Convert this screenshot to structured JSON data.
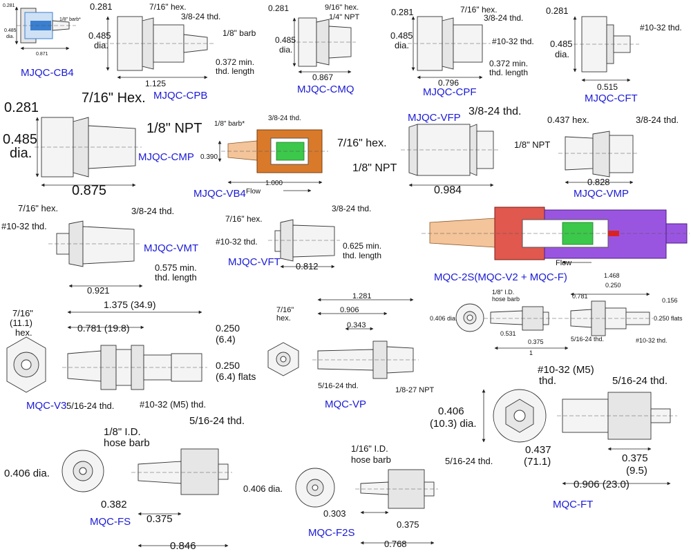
{
  "colors": {
    "part_label": "#1a1ad6",
    "body_orange": "#d97a2b",
    "body_purple": "#9a55e0",
    "body_red": "#e0584e",
    "valve_green": "#3cc84a",
    "barb_tan": "#f4c49a",
    "pin_red": "#e02020",
    "cb4_blue": "#3a7fd0"
  },
  "parts": {
    "cb4": {
      "label": "MJQC-CB4",
      "dims": [
        "0.281",
        "0.485",
        "dia.",
        "1/8\" barb*",
        "0.871"
      ]
    },
    "cpb": {
      "label": "MJQC-CPB",
      "dims": [
        "0.281",
        "7/16\" hex.",
        "3/8-24 thd.",
        "1/8\" barb",
        "0.485",
        "dia.",
        "0.372 min.",
        "thd. length",
        "1.125"
      ]
    },
    "cmq": {
      "label": "MJQC-CMQ",
      "dims": [
        "0.281",
        "9/16\" hex.",
        "1/4\" NPT",
        "0.485",
        "dia.",
        "0.867"
      ]
    },
    "cpf": {
      "label": "MJQC-CPF",
      "dims": [
        "0.281",
        "7/16\" hex.",
        "3/8-24 thd.",
        "0.485",
        "dia.",
        "#10-32 thd.",
        "0.372 min.",
        "thd. length",
        "0.796"
      ]
    },
    "cft": {
      "label": "MJQC-CFT",
      "dims": [
        "0.281",
        "#10-32 thd.",
        "0.485",
        "dia.",
        "0.515"
      ]
    },
    "cmp": {
      "label": "MJQC-CMP",
      "dims": [
        "0.281",
        "7/16\" Hex.",
        "1/8\" NPT",
        "0.485",
        "dia.",
        "0.875"
      ]
    },
    "vb4": {
      "label": "MJQC-VB4",
      "dims": [
        "1/8\" barb*",
        "3/8-24 thd.",
        "0.390",
        "1.000",
        "Flow"
      ]
    },
    "vfp": {
      "label": "MJQC-VFP",
      "dims": [
        "3/8-24 thd.",
        "7/16\" hex.",
        "1/8\" NPT",
        "0.984"
      ]
    },
    "vmp": {
      "label": "MJQC-VMP",
      "dims": [
        "0.437 hex.",
        "3/8-24 thd.",
        "1/8\" NPT",
        "0.828"
      ]
    },
    "vmt": {
      "label": "MJQC-VMT",
      "dims": [
        "7/16\" hex.",
        "3/8-24 thd.",
        "#10-32 thd.",
        "0.575 min.",
        "thd. length",
        "0.921"
      ]
    },
    "vft": {
      "label": "MJQC-VFT",
      "dims": [
        "3/8-24 thd.",
        "7/16\" hex.",
        "#10-32 thd.",
        "0.625 min.",
        "thd. length",
        "0.812"
      ]
    },
    "mqc2s": {
      "label": "MQC-2S(MQC-V2 + MQC-F)",
      "dims": [
        "Flow"
      ]
    },
    "v3": {
      "label": "MQC-V3",
      "dims": [
        "7/16\"",
        "(11.1)",
        "hex.",
        "1.375 (34.9)",
        "0.781 (19.8)",
        "0.250",
        "(6.4)",
        "0.250",
        "(6.4) flats",
        "5/16-24 thd.",
        "#10-32 (M5) thd."
      ]
    },
    "vp": {
      "label": "MQC-VP",
      "dims": [
        "7/16\"",
        "hex.",
        "1.281",
        "0.906",
        "0.343",
        "5/16-24 thd.",
        "1/8-27 NPT"
      ]
    },
    "small": {
      "dims": [
        "1/8\" I.D.",
        "hose barb",
        "0.406 dia.",
        "0.531",
        "0.375",
        "1",
        "1.468",
        "0.781",
        "0.250",
        "0.156",
        "0.250 flats",
        "5/16-24 thd.",
        "#10-32 thd."
      ]
    },
    "ft": {
      "label": "MQC-FT",
      "dims": [
        "#10-32 (M5)",
        "thd.",
        "5/16-24 thd.",
        "0.406",
        "(10.3) dia.",
        "0.437",
        "(71.1)",
        "0.375",
        "(9.5)",
        "0.906 (23.0)"
      ]
    },
    "fs": {
      "label": "MQC-FS",
      "dims": [
        "1/8\" I.D.",
        "hose barb",
        "5/16-24 thd.",
        "0.406 dia.",
        "0.382",
        "0.375",
        "0.846"
      ]
    },
    "f2s": {
      "label": "MQC-F2S",
      "dims": [
        "1/16\" I.D.",
        "hose barb",
        "5/16-24 thd.",
        "0.406 dia.",
        "0.303",
        "0.375",
        "0.768"
      ]
    }
  }
}
